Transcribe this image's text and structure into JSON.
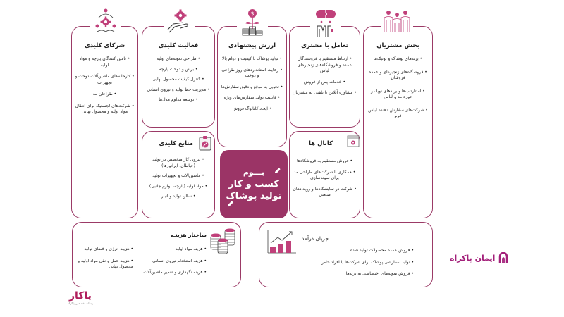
{
  "canvas": {
    "title_line1": "بـــوم",
    "title_line2": "کسب و کار",
    "title_line3": "تولید پوشاک"
  },
  "key_partners": {
    "title": "شرکای کلیدی",
    "icon": "network-gear-icon",
    "items": [
      "تامین کنندگان پارچه و مواد اولیه",
      "کارخانه‌های ماشین‌آلات دوخت و تجهیزات",
      "طراحان مد",
      "شرکت‌های لجستیک برای انتقال مواد اولیه و محصول نهایی"
    ]
  },
  "key_activities": {
    "title": "فعالیت کلیدی",
    "icon": "hand-gear-icon",
    "items": [
      "طراحی نمونه‌های اولیه",
      "برش و دوخت پارچه",
      "کنترل کیفیت محصول نهایی",
      "مدیریت خط تولید و نیروی انسانی",
      "توسعه مداوم مدل‌ها"
    ]
  },
  "key_resources": {
    "title": "منابع کلیدی",
    "icon": "clipboard-icon",
    "items": [
      "نیروی کار متخصص در تولید (خیاطان، اپراتورها)",
      "ماشین‌آلات و تجهیزات تولید",
      "مواد اولیه (پارچه، لوازم جانبی)",
      "سالن تولید و انبار"
    ]
  },
  "value_proposition": {
    "title": "ارزش پیشنهادی",
    "icon": "money-plant-icon",
    "items": [
      "تولید پوشاک با کیفیت و دوام بالا",
      "رعایت استانداردهای روز طراحی و دوخت",
      "تحویل به موقع و دقیق سفارش‌ها",
      "قابلیت تولید سفارش‌های ویژه",
      "ایجاد کاتالوگ فروش"
    ]
  },
  "customer_relationships": {
    "title": "تعامل با مشتری",
    "icon": "handshake-puzzle-icon",
    "items": [
      "ارتباط مستقیم با فروشندگان عمده و فروشگاه‌های زنجیره‌ای لباس",
      "خدمات پس از فروش",
      "مشاوره آنلاین یا تلفنی به مشتریان"
    ]
  },
  "channels": {
    "title": "کانال ها",
    "icon": "browser-gear-icon",
    "items": [
      "فروش مستقیم به فروشگاه‌ها",
      "همکاری با شرکت‌های طراحی مد برای نمونه‌سازی",
      "شرکت در نمایشگاه‌ها و رویدادهای صنعتی"
    ]
  },
  "customer_segments": {
    "title": "بخش مشتریان",
    "icon": "people-group-icon",
    "items": [
      "برندهای پوشاک و بوتیک‌ها",
      "فروشگاه‌های زنجیره‌ای و عمده فروشان",
      "استارتاپ‌ها و برندهای نوپا در حوزه مد و لباس",
      "شرکت‌های سفارش دهنده لباس فرم"
    ]
  },
  "cost_structure": {
    "title": "ساختار هزینـه",
    "icon": "coins-stack-icon",
    "items_right": [
      "هزینه مواد اولیه",
      "هزینه استخدام نیروی انسانی",
      "هزینه نگهداری و تعمیر ماشین‌آلات"
    ],
    "items_left": [
      "هزینه انرژی و فضای تولید",
      "هزینه حمل و نقل مواد اولیه و محصول نهایی"
    ]
  },
  "revenue_streams": {
    "title": "جریان درآمد",
    "icon": "growth-chart-icon",
    "items": [
      "فروش عمده محصولات تولید شده",
      "تولید سفارشی پوشاک برای شرکت‌ها یا افراد خاص",
      "فروش نمونه‌های اختصاصی به برندها"
    ]
  },
  "branding": {
    "author_name": "ایمان پاکراه",
    "logo_name": "پاکار",
    "logo_tagline": "رسانه تخصصی پاکراه"
  },
  "colors": {
    "accent": "#9b3466",
    "border": "#9b3a66",
    "icon_pink": "#c0407a",
    "text": "#222222"
  }
}
